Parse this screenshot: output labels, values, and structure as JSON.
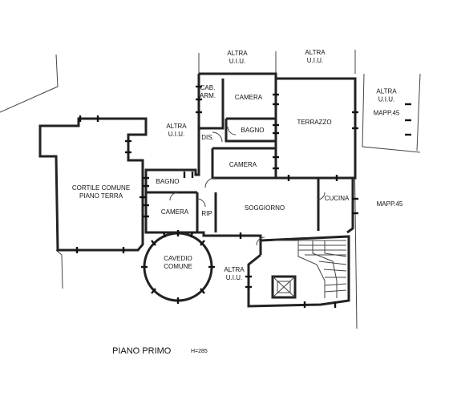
{
  "rooms": {
    "altra_top_left": [
      "ALTRA",
      "U.I.U."
    ],
    "altra_top_right": [
      "ALTRA",
      "U.I.U."
    ],
    "altra_mapp_right": [
      "ALTRA",
      "U.I.U.",
      "MAPP.45"
    ],
    "altra_mid_left": [
      "ALTRA",
      "U.I.U."
    ],
    "altra_bottom": [
      "ALTRA",
      "U.I.U."
    ],
    "cab_arm": [
      "CAB.",
      "ARM."
    ],
    "camera_top": "CAMERA",
    "bagno_top": "BAGNO",
    "dis": "DIS.",
    "camera_mid": "CAMERA",
    "terrazzo": "TERRAZZO",
    "cortile": [
      "CORTILE COMUNE",
      "PIANO TERRA"
    ],
    "bagno_left": "BAGNO",
    "camera_left": "CAMERA",
    "rip": "RIP",
    "soggiorno": "SOGGIORNO",
    "cucina": "CUCINA",
    "mapp_45": "MAPP.45",
    "cavedio": [
      "CAVEDIO",
      "COMUNE"
    ]
  },
  "footer": {
    "title": "PIANO PRIMO",
    "height": "H=285"
  }
}
